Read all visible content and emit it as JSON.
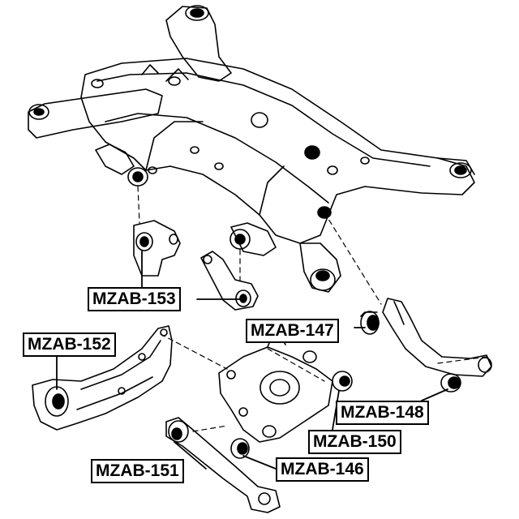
{
  "labels": {
    "mzab_153": "MZAB-153",
    "mzab_147": "MZAB-147",
    "mzab_152": "MZAB-152",
    "mzab_148": "MZAB-148",
    "mzab_150": "MZAB-150",
    "mzab_151": "MZAB-151",
    "mzab_146": "MZAB-146"
  },
  "colors": {
    "line": "#000000",
    "background": "#ffffff"
  }
}
